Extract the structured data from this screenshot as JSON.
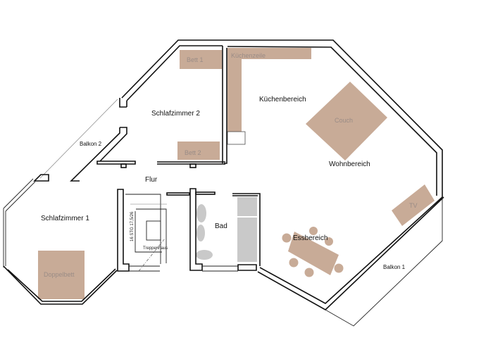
{
  "plan": {
    "rooms": [
      {
        "id": "schlafzimmer2",
        "label": "Schlafzimmer 2"
      },
      {
        "id": "kuechenbereich",
        "label": "Küchenbereich"
      },
      {
        "id": "wohnbereich",
        "label": "Wohnbereich"
      },
      {
        "id": "balkon2",
        "label": "Balkon 2"
      },
      {
        "id": "flur",
        "label": "Flur"
      },
      {
        "id": "schlafzimmer1",
        "label": "Schlafzimmer 1"
      },
      {
        "id": "bad",
        "label": "Bad"
      },
      {
        "id": "essbereich",
        "label": "Essbereich"
      },
      {
        "id": "balkon1",
        "label": "Balkon 1"
      },
      {
        "id": "treppenhaus",
        "label": "Treppenhaus"
      }
    ],
    "furniture": [
      {
        "id": "bett1",
        "label": "Bett 1"
      },
      {
        "id": "bett2",
        "label": "Bett 2"
      },
      {
        "id": "kuechenzeile",
        "label": "Küchenzeile"
      },
      {
        "id": "couch",
        "label": "Couch"
      },
      {
        "id": "tv",
        "label": "TV"
      },
      {
        "id": "doppelbett",
        "label": "Doppelbett"
      }
    ],
    "stair_annotation": "16 STG 17,5/26",
    "colors": {
      "furniture": "#c8ab97",
      "bath_fixtures": "#c9c9c9",
      "walls": "#111111",
      "background": "#ffffff"
    }
  }
}
